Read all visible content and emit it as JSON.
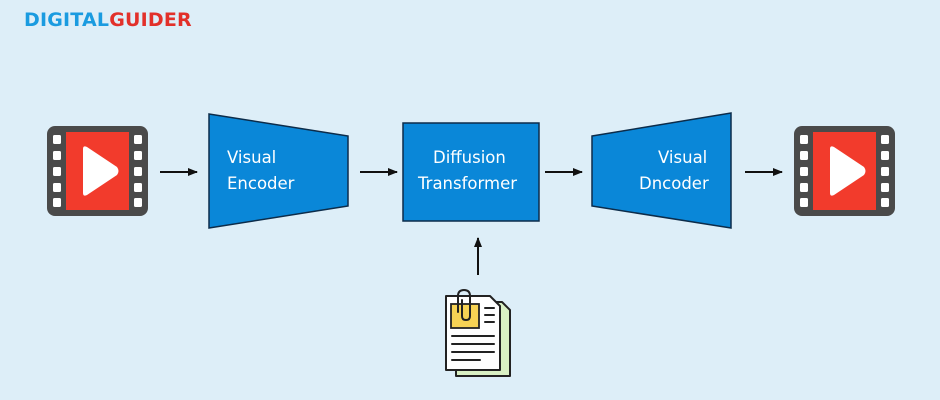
{
  "logo": {
    "part1": "DIGITAL",
    "part2": "GUIDER"
  },
  "blocks": {
    "encoder": {
      "line1": "Visual",
      "line2": "Encoder"
    },
    "transformer": {
      "line1": "Diffusion",
      "line2": "Transformer"
    },
    "decoder": {
      "line1": "Visual",
      "line2": "Dncoder"
    }
  },
  "icons": {
    "input": "video-film-icon",
    "output": "video-film-icon",
    "condition": "document-clip-icon"
  },
  "colors": {
    "background": "#ddeef8",
    "block_fill": "#0a87d8",
    "block_stroke": "#0c2c4a",
    "logo_blue": "#1a9be0",
    "logo_red": "#e2302a",
    "film_frame": "#4a4a4a",
    "film_red": "#f23b2c"
  }
}
